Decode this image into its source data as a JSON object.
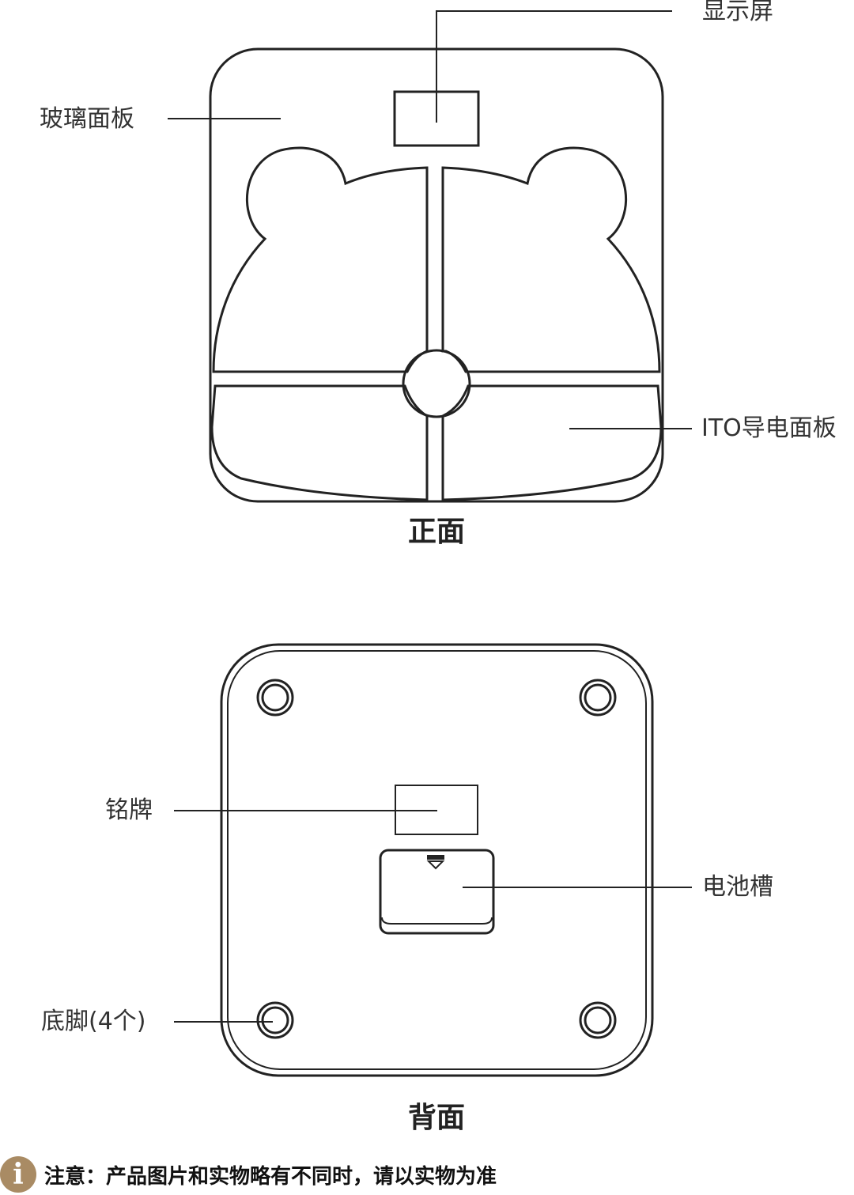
{
  "front": {
    "title": "正面",
    "labels": {
      "display": "显示屏",
      "glass_panel": "玻璃面板",
      "ito_panel": "ITO导电面板"
    }
  },
  "back": {
    "title": "背面",
    "labels": {
      "nameplate": "铭牌",
      "battery_slot": "电池槽",
      "feet": "底脚(4个)"
    }
  },
  "note": {
    "icon": "info-icon",
    "text": "注意：产品图片和实物略有不同时，请以实物为准",
    "color": "#a98b64"
  }
}
